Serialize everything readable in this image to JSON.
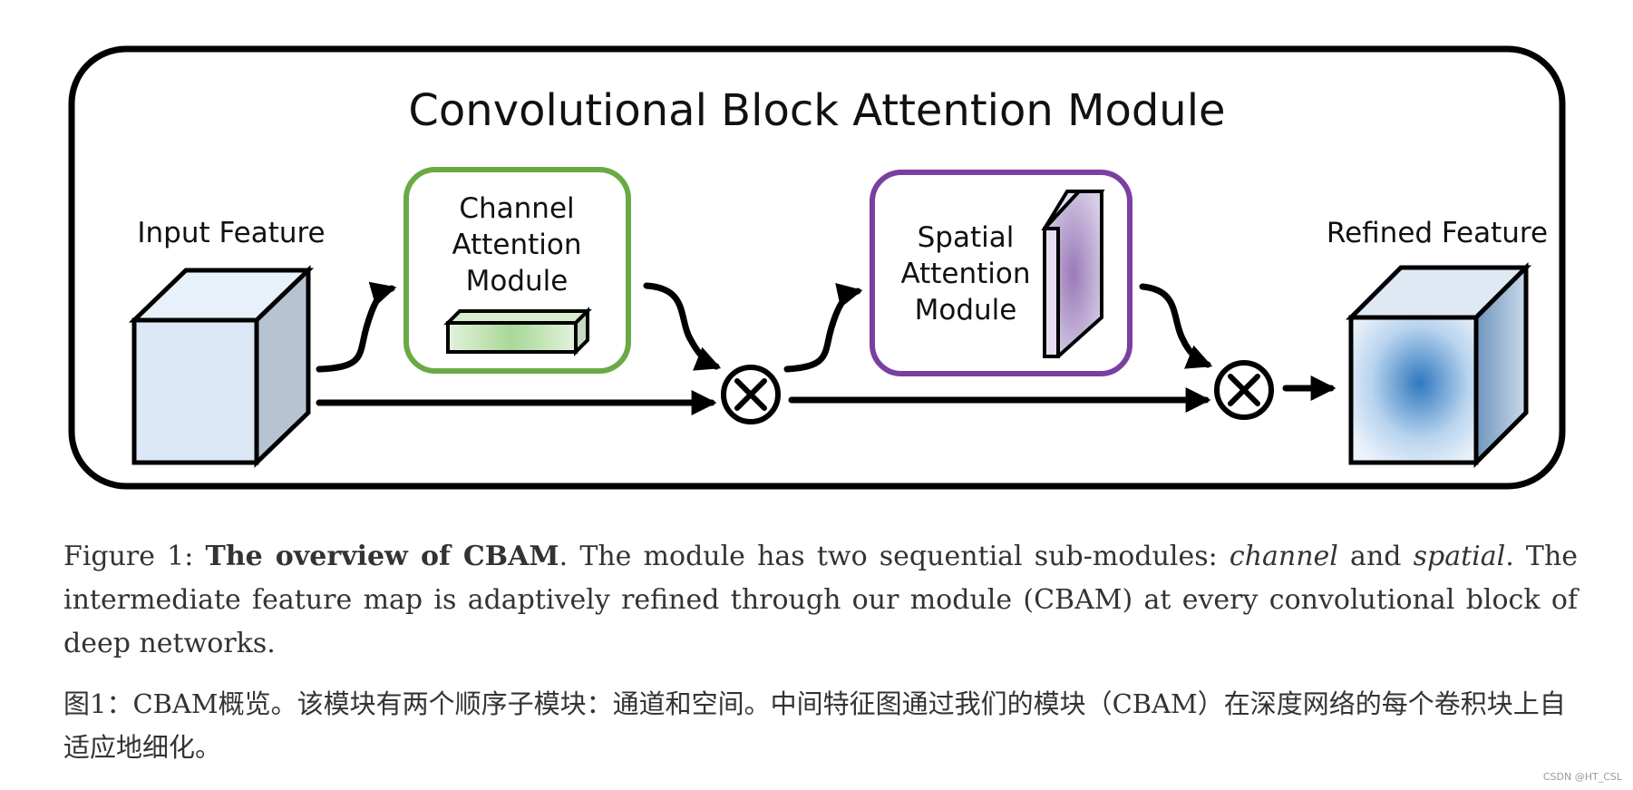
{
  "diagram": {
    "title": "Convolutional Block Attention Module",
    "input_label": "Input Feature",
    "channel_module_lines": [
      "Channel",
      "Attention",
      "Module"
    ],
    "spatial_module_lines": [
      "Spatial",
      "Attention",
      "Module"
    ],
    "output_label": "Refined Feature",
    "operator_symbol": "⊗",
    "colors": {
      "channel_border": "#6aaa45",
      "spatial_border": "#7b3fa1",
      "input_cube": "#dce8f5",
      "output_cube_center": "#2f78bf"
    }
  },
  "caption_en": {
    "prefix": "Figure 1:",
    "bold": "The overview of CBAM",
    "text1": ". The module has two sequential sub-modules: ",
    "italic1": "channel",
    "text2": " and ",
    "italic2": "spatial",
    "text3": ". The intermediate feature map is adaptively refined through our module (CBAM) at every convolutional block of deep networks."
  },
  "caption_zh": "图1：CBAM概览。该模块有两个顺序子模块：通道和空间。中间特征图通过我们的模块（CBAM）在深度网络的每个卷积块上自适应地细化。",
  "watermark": "CSDN @HT_CSL"
}
